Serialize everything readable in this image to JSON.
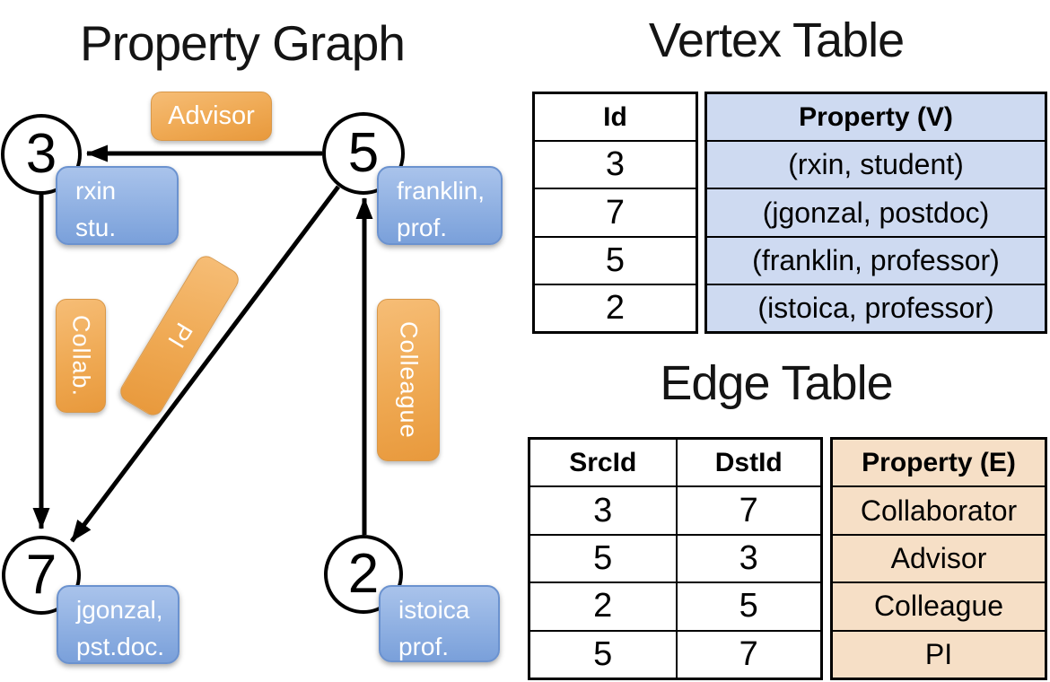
{
  "graph": {
    "title": "Property Graph",
    "vertices": [
      {
        "id": "3",
        "prop_line1": "rxin",
        "prop_line2": "stu."
      },
      {
        "id": "5",
        "prop_line1": "franklin,",
        "prop_line2": "prof."
      },
      {
        "id": "7",
        "prop_line1": "jgonzal,",
        "prop_line2": "pst.doc."
      },
      {
        "id": "2",
        "prop_line1": "istoica",
        "prop_line2": "prof."
      }
    ],
    "edge_labels": {
      "advisor": "Advisor",
      "collab": "Collab.",
      "pi": "PI",
      "colleague": "Colleague"
    }
  },
  "vertex_table": {
    "title": "Vertex Table",
    "col_id": "Id",
    "col_property": "Property (V)",
    "rows": [
      {
        "id": "3",
        "property": "(rxin, student)"
      },
      {
        "id": "7",
        "property": "(jgonzal, postdoc)"
      },
      {
        "id": "5",
        "property": "(franklin, professor)"
      },
      {
        "id": "2",
        "property": "(istoica, professor)"
      }
    ]
  },
  "edge_table": {
    "title": "Edge Table",
    "col_src": "SrcId",
    "col_dst": "DstId",
    "col_property": "Property (E)",
    "rows": [
      {
        "src": "3",
        "dst": "7",
        "property": "Collaborator"
      },
      {
        "src": "5",
        "dst": "3",
        "property": "Advisor"
      },
      {
        "src": "2",
        "dst": "5",
        "property": "Colleague"
      },
      {
        "src": "5",
        "dst": "7",
        "property": "PI"
      }
    ]
  },
  "colors": {
    "vertex_box_top": "#a9c3eb",
    "vertex_box_bottom": "#7aa0da",
    "edge_box_top": "#f6bd76",
    "edge_box_bottom": "#e8993c",
    "vertex_table_fill": "#cedaf1",
    "edge_table_fill": "#f6dfc6",
    "line": "#000000"
  }
}
